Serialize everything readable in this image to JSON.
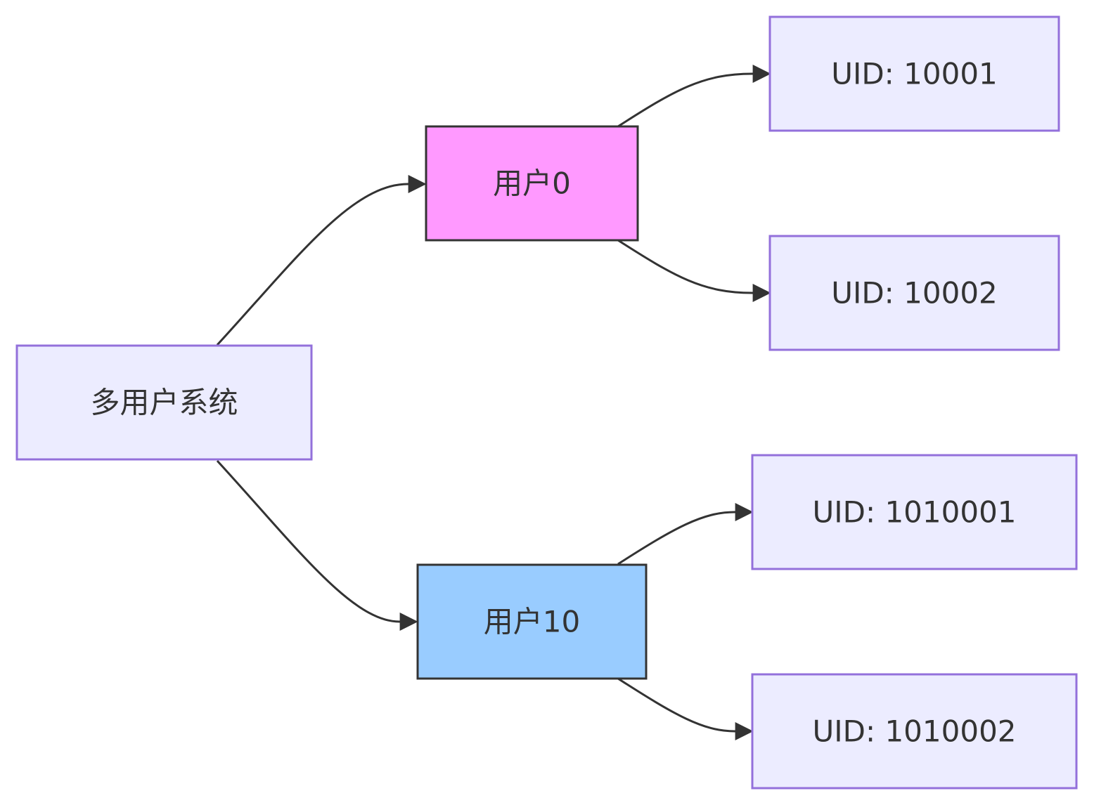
{
  "diagram": {
    "type": "flowchart",
    "direction": "LR",
    "nodes": [
      {
        "id": "root",
        "label": "多用户系统",
        "fill": "#ECECFF",
        "stroke": "#9370DB"
      },
      {
        "id": "user0",
        "label": "用户0",
        "fill": "#FF99FF",
        "stroke": "#333333"
      },
      {
        "id": "user10",
        "label": "用户10",
        "fill": "#99CCFF",
        "stroke": "#333333"
      },
      {
        "id": "uid1",
        "label": "UID: 10001",
        "fill": "#ECECFF",
        "stroke": "#9370DB"
      },
      {
        "id": "uid2",
        "label": "UID: 10002",
        "fill": "#ECECFF",
        "stroke": "#9370DB"
      },
      {
        "id": "uid3",
        "label": "UID: 1010001",
        "fill": "#ECECFF",
        "stroke": "#9370DB"
      },
      {
        "id": "uid4",
        "label": "UID: 1010002",
        "fill": "#ECECFF",
        "stroke": "#9370DB"
      }
    ],
    "edges": [
      {
        "from": "root",
        "to": "user0"
      },
      {
        "from": "root",
        "to": "user10"
      },
      {
        "from": "user0",
        "to": "uid1"
      },
      {
        "from": "user0",
        "to": "uid2"
      },
      {
        "from": "user10",
        "to": "uid3"
      },
      {
        "from": "user10",
        "to": "uid4"
      }
    ],
    "edge_color": "#333333"
  }
}
